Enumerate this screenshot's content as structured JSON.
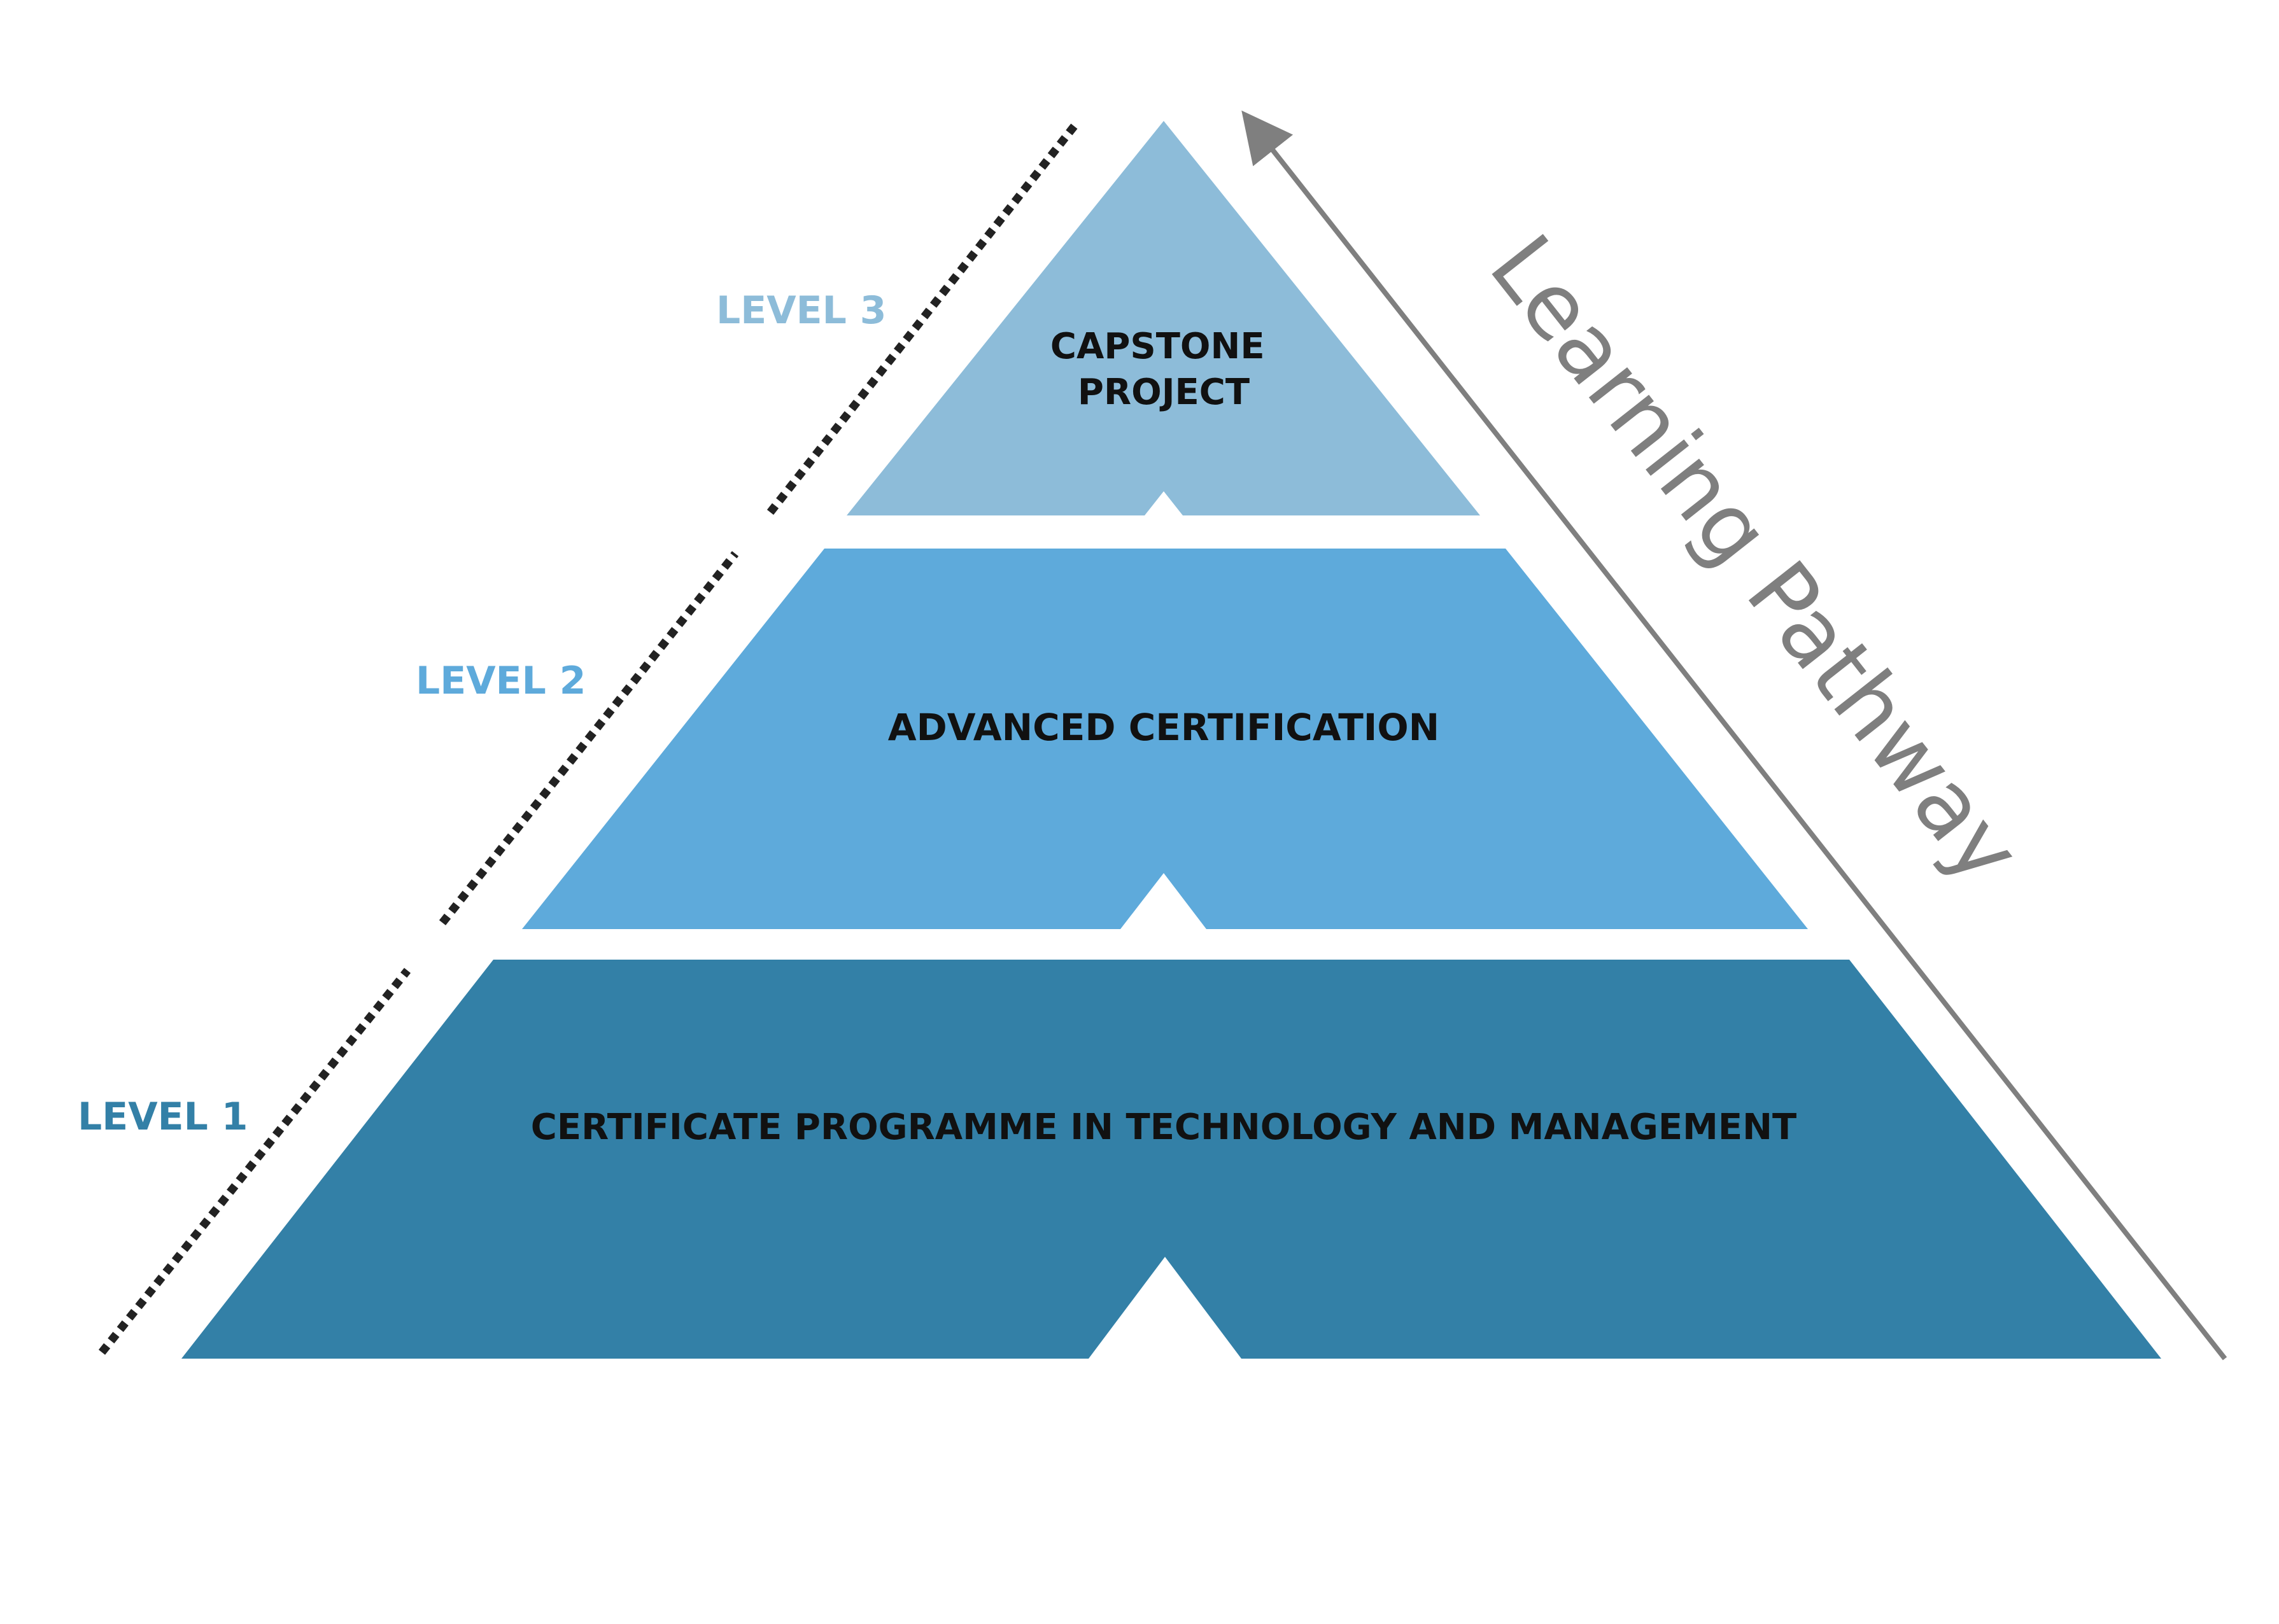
{
  "diagram": {
    "levels": [
      {
        "label": "LEVEL 3",
        "title_lines": [
          "CAPSTONE",
          "PROJECT"
        ],
        "color": "#8dbcd9"
      },
      {
        "label": "LEVEL 2",
        "title_lines": [
          "ADVANCED CERTIFICATION"
        ],
        "color": "#5eaadb"
      },
      {
        "label": "LEVEL 1",
        "title_lines": [
          "CERTIFICATE PROGRAMME IN TECHNOLOGY AND MANAGEMENT"
        ],
        "color": "#3380a7"
      }
    ],
    "pathway_label": "Learning Pathway",
    "pathway_color": "#7f7f7f",
    "dotted_line_color": "#222222"
  }
}
